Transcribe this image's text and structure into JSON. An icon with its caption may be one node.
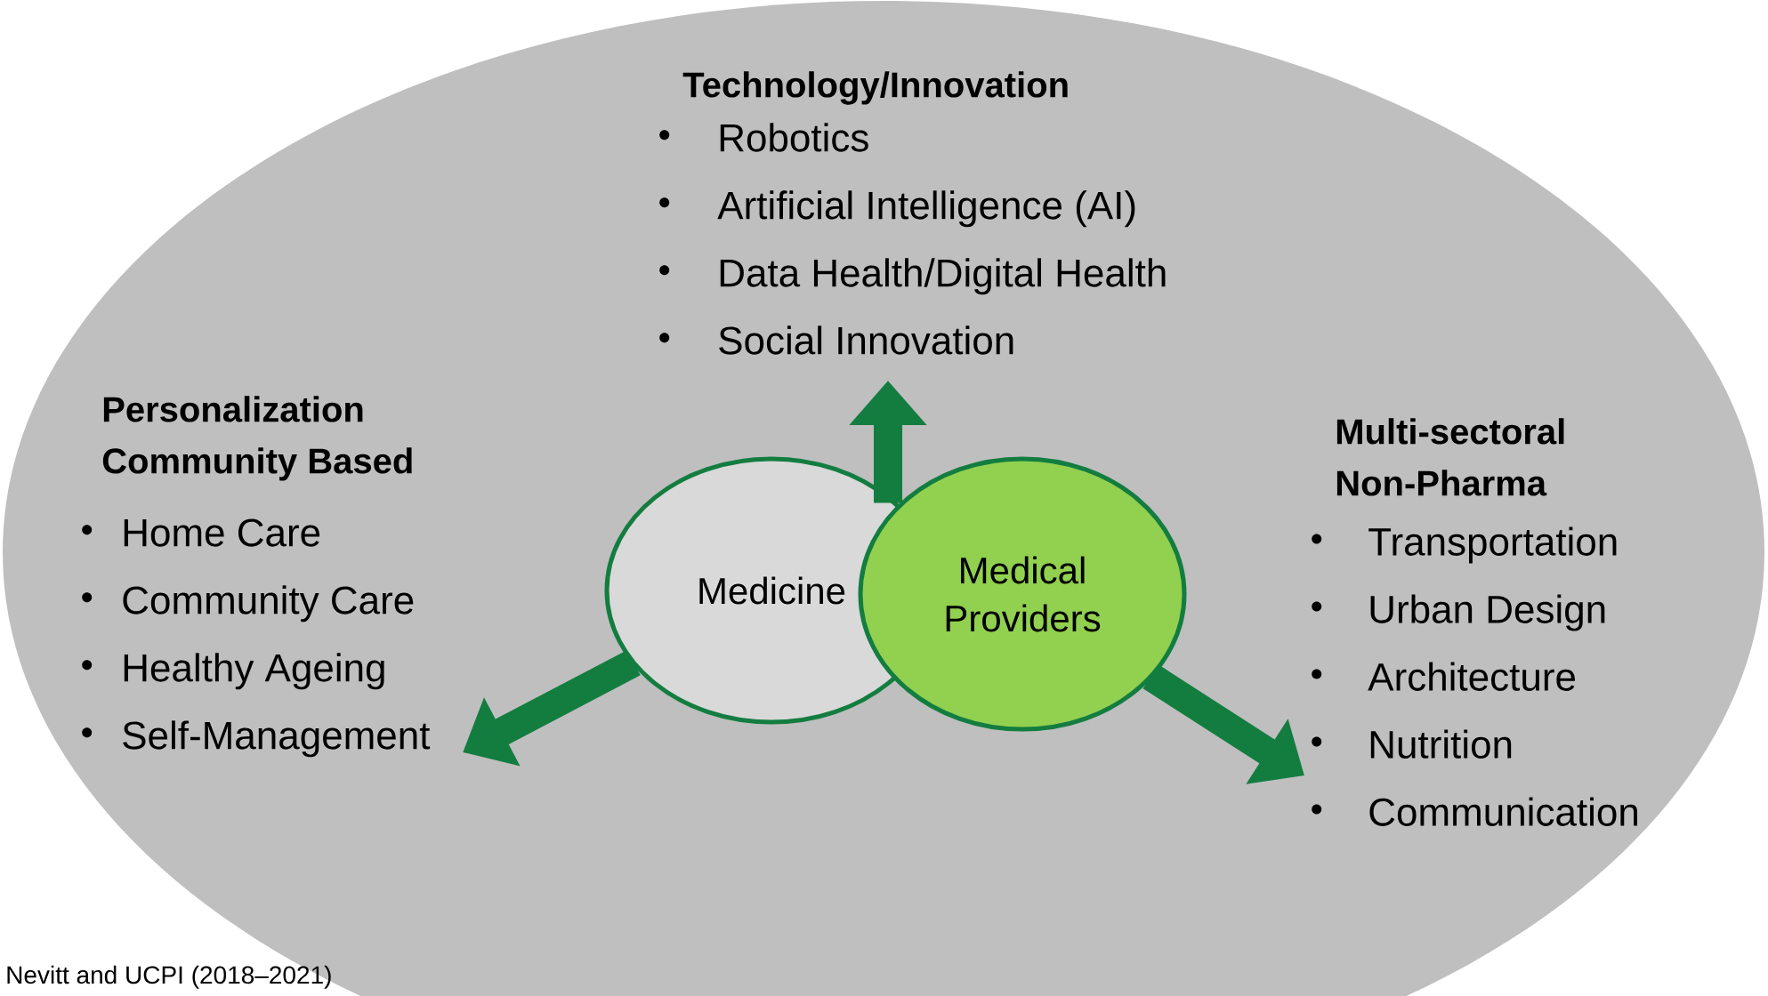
{
  "diagram": {
    "nodes": [
      {
        "text": [],
        "shape": "ellipse"
      },
      {
        "text": [
          "Technology/Innovation",
          "Robotics",
          "Artificial Intelligence (AI)",
          "Data Health/Digital Health",
          "Social Innovation"
        ],
        "in": 0
      },
      {
        "text": [
          "Personalization Community Based",
          "Home Care",
          "Community Care",
          "Healthy Ageing",
          "Self-Management"
        ],
        "in": 0
      },
      {
        "text": [
          "Medicine"
        ],
        "in": 0
      },
      {
        "text": [
          "Medical Providers"
        ],
        "in": 0
      },
      {
        "text": [
          "Multi-sectoral Non-Pharma",
          "Transportation",
          "Urban Design",
          "Architecture",
          "Nutrition",
          "Communication"
        ],
        "in": 0
      }
    ],
    "edges": [
      {
        "from": 3,
        "to": 1,
        "arrow": "to"
      },
      {
        "from": 3,
        "to": 2,
        "arrow": "to"
      },
      {
        "from": 4,
        "to": 5,
        "arrow": "to"
      }
    ],
    "labels": [
      "Nevitt and UCPI (2018–2021)"
    ]
  }
}
